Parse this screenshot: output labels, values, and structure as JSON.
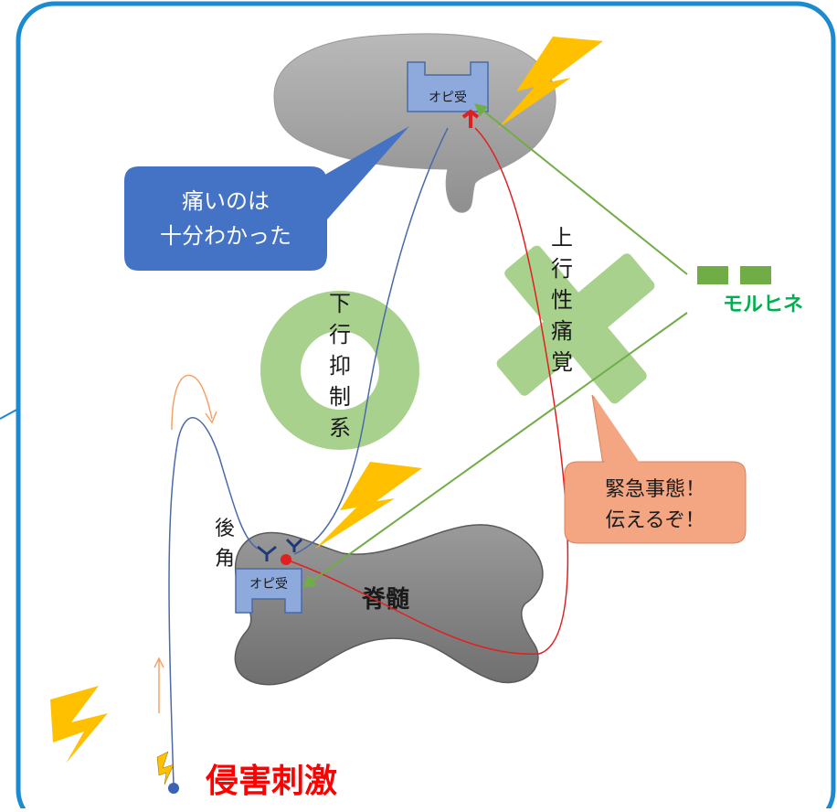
{
  "brain_receptor_label": "オピ受",
  "spinal_receptor_label": "オピ受",
  "brain_bubble": {
    "line1": "痛いのは",
    "line2": "十分わかった"
  },
  "descending_label": [
    "下",
    "行",
    "抑",
    "制",
    "系"
  ],
  "ascending_label": [
    "上",
    "行",
    "性",
    "痛",
    "覚"
  ],
  "morphine_label": "モルヒネ",
  "urgent_bubble": {
    "line1": "緊急事態！",
    "line2": "伝えるぞ！"
  },
  "dorsal_horn_label": [
    "後",
    "角"
  ],
  "spinal_cord_label": "脊髄",
  "noxious_stimulus_label": "侵害刺激",
  "colors": {
    "frame_border": "#1b8ad0",
    "brain_gray": "#a9a9a9",
    "spinal_gray": "#8c8c8c",
    "receptor_fill": "#8ea9db",
    "receptor_stroke": "#4a6aa8",
    "bubble_blue": "#4472c4",
    "bubble_salmon": "#f4a582",
    "circle_green": "#a9d18e",
    "cross_green": "#a9d18e",
    "morphine_green": "#70ad47",
    "morphine_text": "#00b050",
    "lightning": "#ffc000",
    "ascending_red": "#e02020",
    "descending_blue": "#4a6aa8",
    "orange_arrow": "#f4a26a",
    "stimulus_red": "#ff0000"
  }
}
